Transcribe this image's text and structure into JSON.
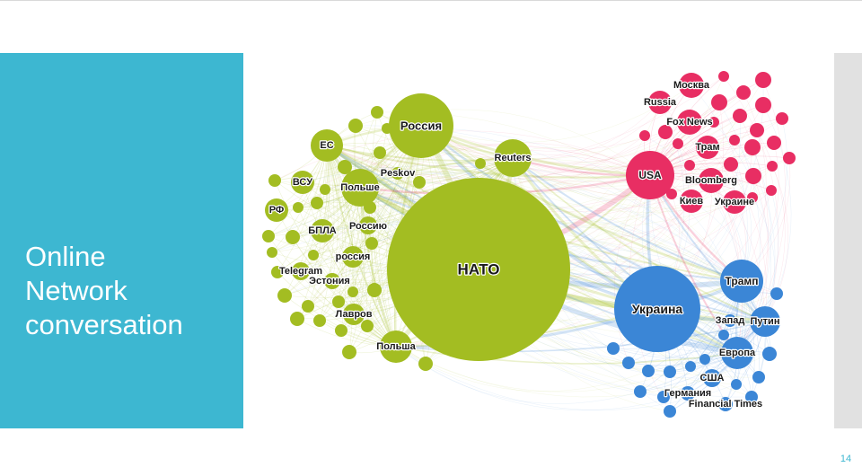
{
  "slide": {
    "title_lines": [
      "Online",
      "Network",
      "conversation"
    ],
    "page_number": "14"
  },
  "colors": {
    "panel": "#3db7d1",
    "green": "#a3bd22",
    "pink": "#e82e63",
    "blue": "#3b86d6"
  },
  "graph": {
    "labels": {
      "nato": "НАТО",
      "rossiya": "Россия",
      "es": "ЕС",
      "reuters": "Reuters",
      "vsu": "ВСУ",
      "polshe": "Польше",
      "peskov": "Peskov",
      "rf": "РФ",
      "rossiyu": "Россию",
      "bpla": "БПЛА",
      "rossiya_lc": "россия",
      "telegram": "Telegram",
      "estoniya": "Эстония",
      "lavrov": "Лавров",
      "polsha": "Польша",
      "moskva": "Москва",
      "russia": "Russia",
      "fox_news": "Fox News",
      "tram": "Трам",
      "usa": "USA",
      "bloomberg": "Bloomberg",
      "kiev": "Киев",
      "ukraine_dat": "Украине",
      "ukraina": "Украина",
      "tramp": "Трамп",
      "zapad": "Запад",
      "putin": "Путин",
      "evropa": "Европа",
      "ssha": "США",
      "germaniya": "Германия",
      "financial_times": "Financial Times"
    }
  }
}
